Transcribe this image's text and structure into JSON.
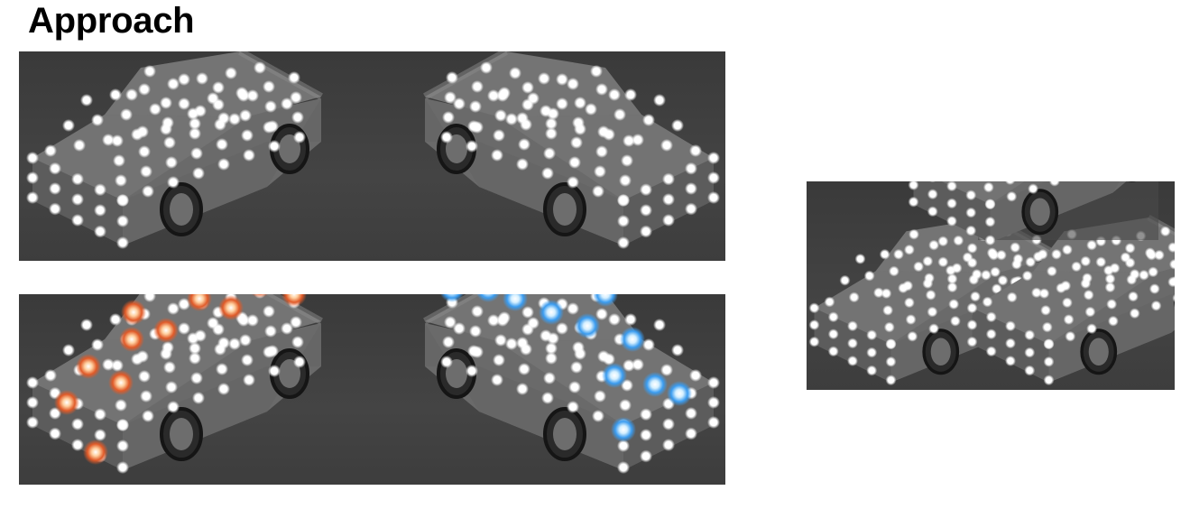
{
  "title": "Approach",
  "colors": {
    "background": "#ffffff",
    "panel": "#424242",
    "car_body": "#707070",
    "keypoint": "#ffffff",
    "highlight_warm": "#e05a28",
    "highlight_cool": "#3a9cf0"
  },
  "panels": [
    {
      "name": "car-pair-plain",
      "highlight": "none"
    },
    {
      "name": "car-pair-highlighted",
      "highlight_left": "orange",
      "highlight_right": "blue"
    },
    {
      "name": "car-composite",
      "highlight": "none"
    }
  ]
}
